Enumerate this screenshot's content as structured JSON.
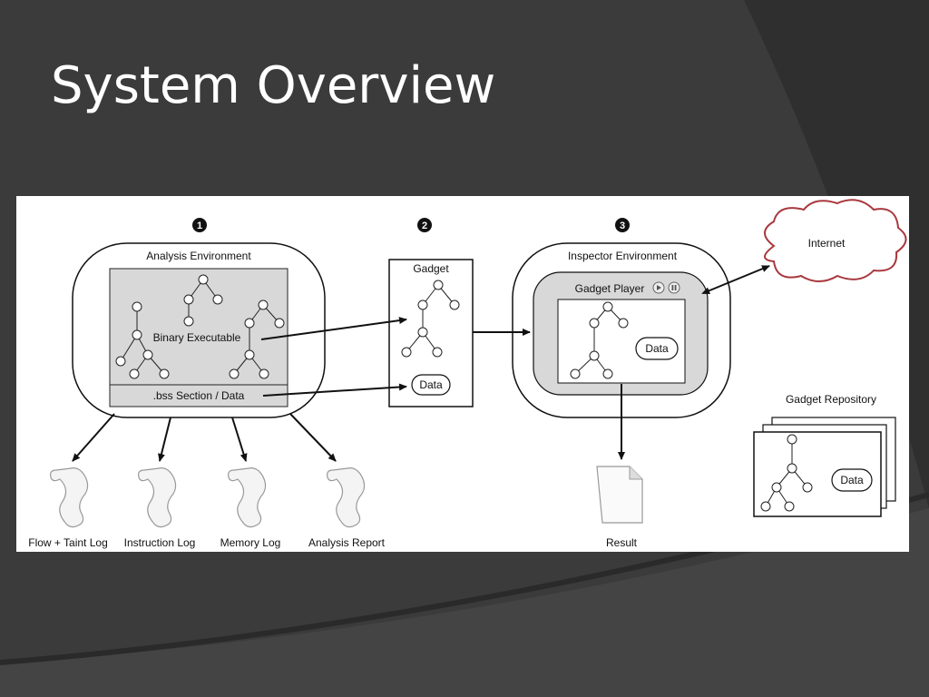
{
  "slide": {
    "title": "System Overview"
  },
  "diagram": {
    "step_numbers": [
      "1",
      "2",
      "3"
    ],
    "analysis_environment": {
      "title": "Analysis Environment",
      "binary_label": "Binary Executable",
      "bss_label": ".bss Section / Data"
    },
    "gadget": {
      "title": "Gadget",
      "data_label": "Data"
    },
    "inspector_environment": {
      "title": "Inspector Environment",
      "player_label": "Gadget Player",
      "data_label": "Data",
      "result_label": "Result"
    },
    "internet_label": "Internet",
    "repository": {
      "title": "Gadget Repository",
      "data_label": "Data"
    },
    "logs": [
      "Flow + Taint Log",
      "Instruction Log",
      "Memory Log",
      "Analysis Report"
    ]
  },
  "colors": {
    "slide_bg": "#3a3a3a",
    "cloud_stroke": "#a8383d",
    "panel_gray": "#d8d8d8"
  }
}
